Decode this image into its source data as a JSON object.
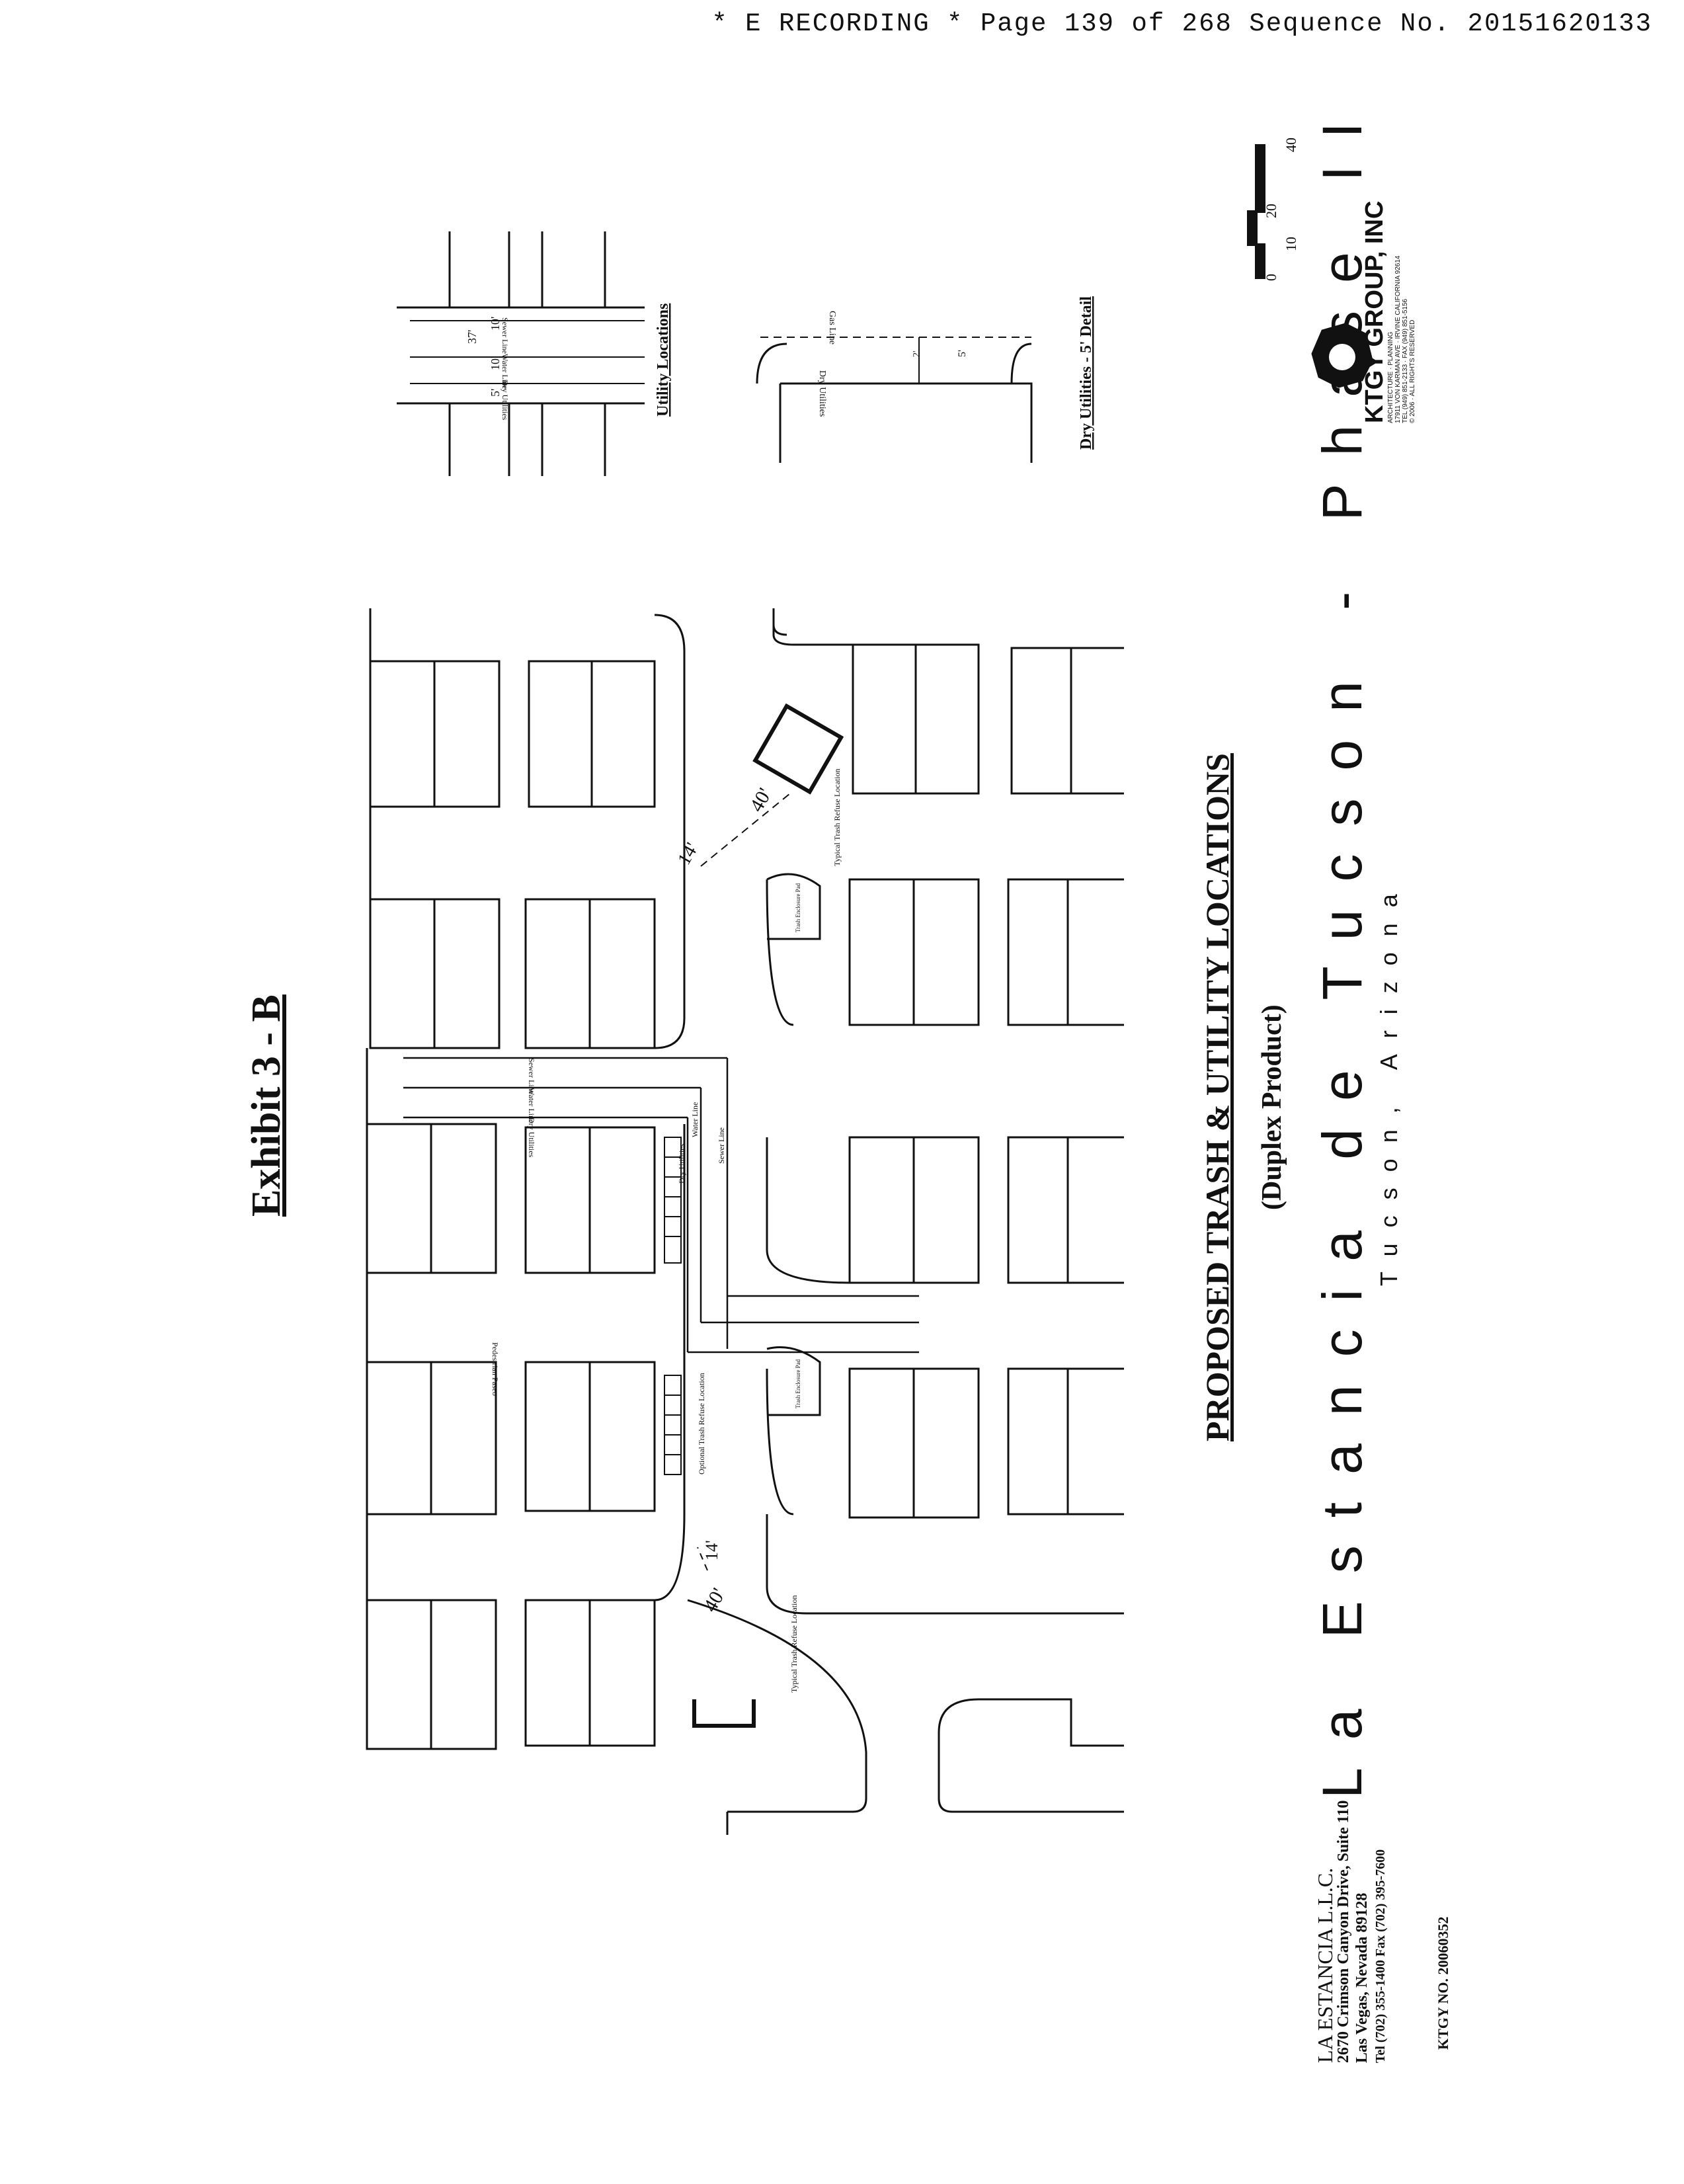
{
  "header": {
    "recording_line": "* E RECORDING * Page 139 of 268 Sequence No. 20151620133"
  },
  "exhibit_title": "Exhibit 3 - B",
  "sheet_title": "PROPOSED TRASH & UTILITY LOCATIONS",
  "sheet_subtitle": "(Duplex Product)",
  "project_name": "La Estancia de Tucson - Phase II",
  "project_location": "Tucson, Arizona",
  "owner": {
    "name": "LA ESTANCIA L.L.C.",
    "address1": "2670 Crimson Canyon Drive, Suite 110",
    "address2": "Las Vegas, Nevada  89128",
    "phone": "Tel  (702) 355-1400    Fax (702) 395-7600"
  },
  "job_number": "KTGY NO. 20060352",
  "architect": {
    "logo_text": "KTGY GROUP, INC",
    "line1": "ARCHITECTURE · PLANNING",
    "line2": "17911 VON KARMAN AVE · IRVINE CALIFORNIA 92614",
    "line3": "TEL (949) 851-2133 · FAX (949) 851-5156",
    "line4": "© 2006 · ALL RIGHTS RESERVED"
  },
  "scale_bar": {
    "labels": [
      "0",
      "10",
      "20",
      "40"
    ]
  },
  "details": {
    "utility_title": "Utility Locations",
    "dry_detail_title": "Dry Utilities - 5' Detail",
    "lines": {
      "sewer": "Sewer Line",
      "water": "Water Line",
      "dry": "Dry Utilities",
      "gas": "Gas Line"
    },
    "dims": {
      "d37": "37'",
      "d10": "10'",
      "d5": "5'",
      "d2": "2'"
    }
  },
  "site_labels": {
    "dim40": "40'",
    "dim14": "14'",
    "typical_trash": "Typical Trash Refuse Location",
    "optional_trash": "Optional Trash Refuse Location",
    "pedestrian": "Pedestrian Paseo",
    "pad": "Trash Enclosure Pad"
  },
  "colors": {
    "ink": "#111111",
    "paper": "#ffffff"
  }
}
